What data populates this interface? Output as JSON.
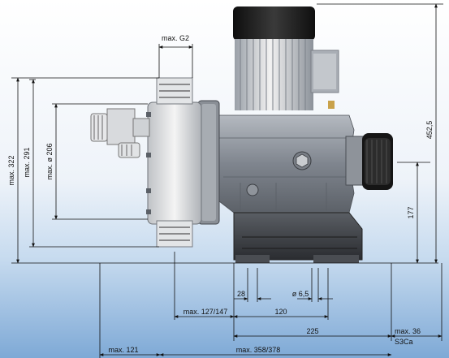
{
  "dimensions": {
    "connection_size": "max. G2",
    "height_total": "452,5",
    "height_322": "max. 322",
    "height_291": "max. 291",
    "diameter_206": "max. ø 206",
    "height_177": "177",
    "width_28": "28",
    "hole_6_5": "ø 6,5",
    "width_127_147": "max. 127/147",
    "width_120": "120",
    "width_225": "225",
    "width_36": "max. 36",
    "motor_variant": "S3Ca",
    "width_121": "max. 121",
    "width_358_378": "max. 358/378"
  },
  "colors": {
    "background_top": "#ffffff",
    "background_bottom": "#7ea9d6",
    "motor_black": "#1c1c1c",
    "housing_grey": "#8a8f97",
    "head_light": "#e4e5e6",
    "base_dark": "#3a3d42"
  }
}
